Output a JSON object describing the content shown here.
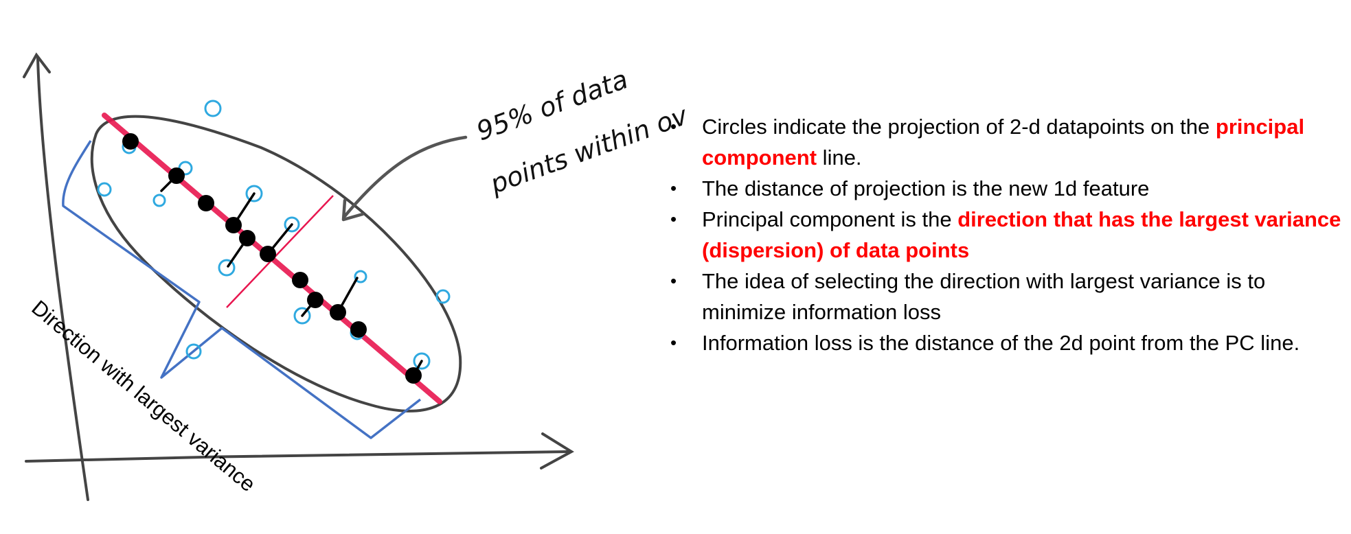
{
  "diagram": {
    "annotation_line1": "95% of data",
    "annotation_line2": "points within oval",
    "direction_label": "Direction with largest variance",
    "colors": {
      "principal_line": "#e8164f",
      "projection_points": "#000000",
      "data_points": "#2fa9e0",
      "brace": "#4472c4",
      "oval": "#444444"
    }
  },
  "bullets": [
    {
      "parts": [
        {
          "text": "Circles indicate the projection of 2-d datapoints on the "
        },
        {
          "text": "principal component",
          "highlight": true
        },
        {
          "text": " line."
        }
      ]
    },
    {
      "parts": [
        {
          "text": "The distance of projection is the new 1d feature"
        }
      ]
    },
    {
      "parts": [
        {
          "text": "Principal component is the "
        },
        {
          "text": "direction that has the largest variance (dispersion) of data points",
          "highlight": true
        }
      ]
    },
    {
      "parts": [
        {
          "text": "The idea of selecting the direction with largest variance is to minimize information loss"
        }
      ]
    },
    {
      "parts": [
        {
          "text": "Information loss is the distance of the 2d point from the PC line."
        }
      ]
    }
  ],
  "highlight_color": "#ff0000"
}
